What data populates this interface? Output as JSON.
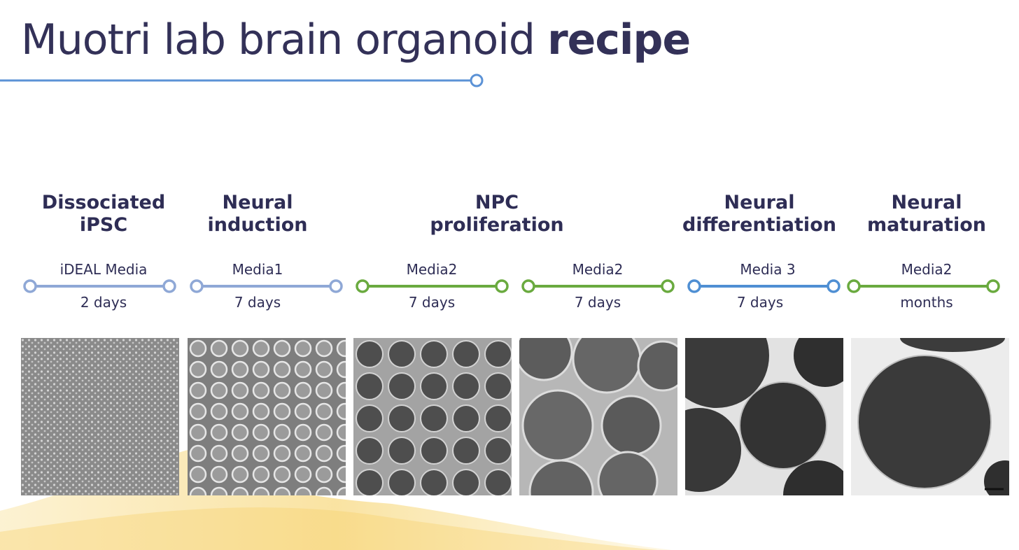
{
  "slide": {
    "title_regular": "Muotri lab brain organoid ",
    "title_bold": "recipe"
  },
  "stages": [
    {
      "line1": "Dissociated",
      "line2": "iPSC"
    },
    {
      "line1": "Neural",
      "line2": "induction"
    },
    {
      "line1": "NPC",
      "line2": "proliferation"
    },
    {
      "line1": "Neural",
      "line2": "differentiation"
    },
    {
      "line1": "Neural",
      "line2": "maturation"
    }
  ],
  "steps": [
    {
      "media": "iDEAL Media",
      "duration": "2 days",
      "color": "#8fa8d6"
    },
    {
      "media": "Media1",
      "duration": "7 days",
      "color": "#8fa8d6"
    },
    {
      "media": "Media2",
      "duration": "7 days",
      "color": "#6aaa3f"
    },
    {
      "media": "Media2",
      "duration": "7 days",
      "color": "#6aaa3f"
    },
    {
      "media": "Media 3",
      "duration": "7 days",
      "color": "#4f8fd3"
    },
    {
      "media": "Media2",
      "duration": "months",
      "color": "#6aaa3f"
    }
  ],
  "colors": {
    "title": "#333158",
    "accent_blue": "#4f8fd3",
    "wave": "#f7d77a"
  }
}
